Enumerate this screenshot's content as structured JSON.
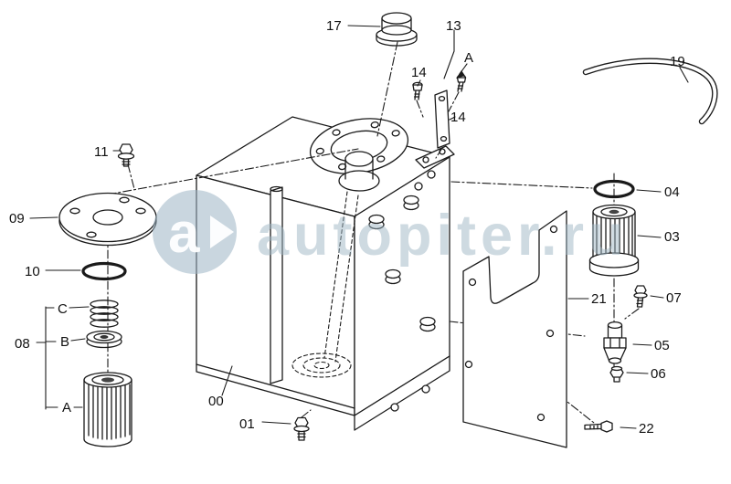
{
  "watermark": {
    "logo_text": "a",
    "site_text": "autopiter.ru"
  },
  "colors": {
    "line": "#1a1a1a",
    "watermark": "#9db5c4",
    "paper": "#ffffff"
  },
  "part_labels": [
    {
      "text": "17"
    },
    {
      "text": "13"
    },
    {
      "text": "14"
    },
    {
      "text": "A"
    },
    {
      "text": "14"
    },
    {
      "text": "19"
    },
    {
      "text": "11"
    },
    {
      "text": "09"
    },
    {
      "text": "10"
    },
    {
      "text": "C"
    },
    {
      "text": "08"
    },
    {
      "text": "B"
    },
    {
      "text": "A"
    },
    {
      "text": "00"
    },
    {
      "text": "01"
    },
    {
      "text": "04"
    },
    {
      "text": "03"
    },
    {
      "text": "21"
    },
    {
      "text": "07"
    },
    {
      "text": "05"
    },
    {
      "text": "06"
    },
    {
      "text": "22"
    }
  ]
}
